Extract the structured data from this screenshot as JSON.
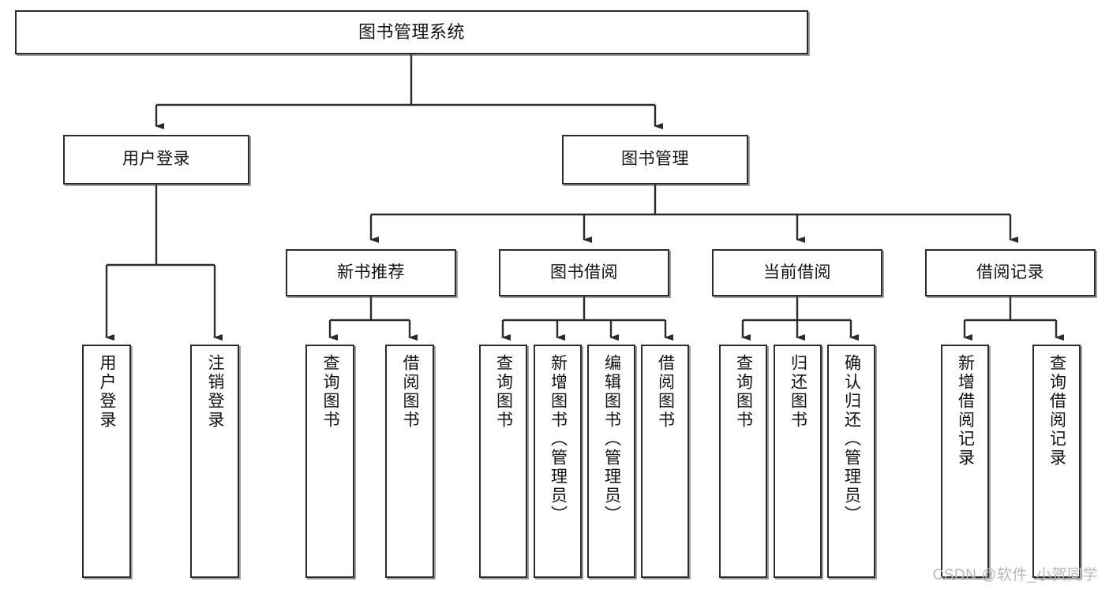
{
  "diagram": {
    "type": "tree-hierarchy",
    "root": {
      "id": "root",
      "label": "图书管理系统"
    },
    "level2": [
      {
        "id": "user-login",
        "label": "用户登录"
      },
      {
        "id": "book-manage",
        "label": "图书管理"
      }
    ],
    "level3": [
      {
        "id": "new-book-recommend",
        "label": "新书推荐",
        "parent": "book-manage"
      },
      {
        "id": "book-borrow",
        "label": "图书借阅",
        "parent": "book-manage"
      },
      {
        "id": "current-borrow",
        "label": "当前借阅",
        "parent": "book-manage"
      },
      {
        "id": "borrow-record",
        "label": "借阅记录",
        "parent": "book-manage"
      }
    ],
    "leaves": {
      "user_login": [
        {
          "id": "leaf-user-login",
          "label": "用户登录"
        },
        {
          "id": "leaf-logout-login",
          "label": "注销登录"
        }
      ],
      "new_book_recommend": [
        {
          "id": "leaf-query-book-1",
          "label": "查询图书"
        },
        {
          "id": "leaf-borrow-book-1",
          "label": "借阅图书"
        }
      ],
      "book_borrow": [
        {
          "id": "leaf-query-book-2",
          "label": "查询图书"
        },
        {
          "id": "leaf-add-book",
          "label": "新增图书（管理员）"
        },
        {
          "id": "leaf-edit-book",
          "label": "编辑图书（管理员）"
        },
        {
          "id": "leaf-borrow-book-2",
          "label": "借阅图书"
        }
      ],
      "current_borrow": [
        {
          "id": "leaf-query-book-3",
          "label": "查询图书"
        },
        {
          "id": "leaf-return-book",
          "label": "归还图书"
        },
        {
          "id": "leaf-confirm-return",
          "label": "确认归还（管理员）"
        }
      ],
      "borrow_record": [
        {
          "id": "leaf-add-record",
          "label": "新增借阅记录"
        },
        {
          "id": "leaf-query-record",
          "label": "查询借阅记录"
        }
      ]
    },
    "colors": {
      "stroke": "#2b2b2b",
      "fill": "#ffffff",
      "text": "#111111",
      "watermark": "#b9b9b9"
    }
  },
  "watermark": {
    "text": "CSDN @软件_小贺同学"
  }
}
